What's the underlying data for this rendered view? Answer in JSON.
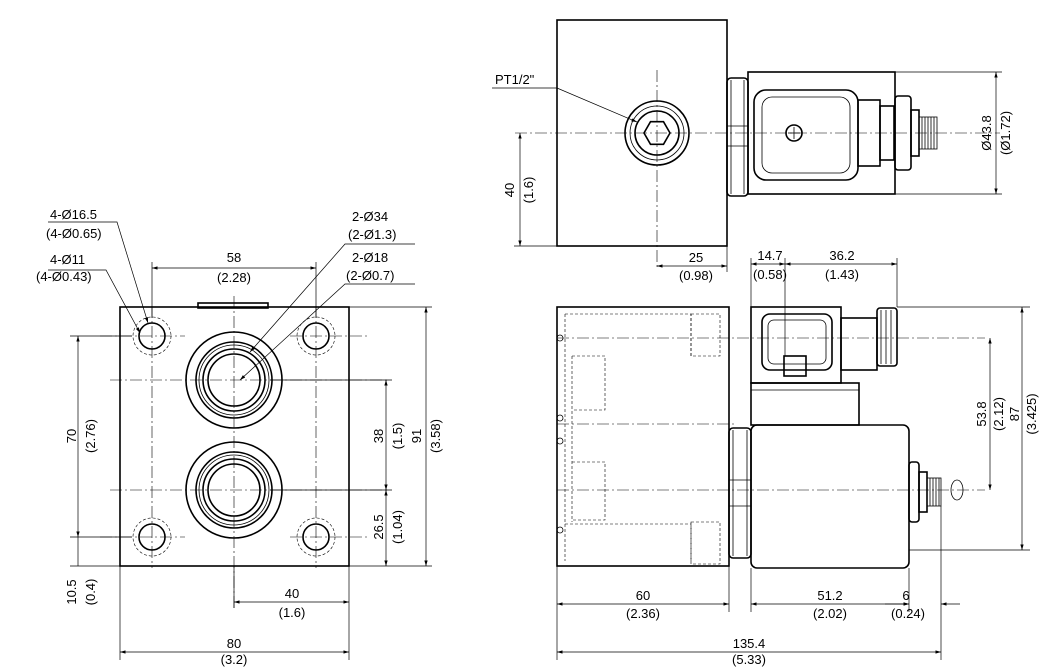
{
  "colors": {
    "line": "#000000",
    "background": "#ffffff"
  },
  "front_view": {
    "dims": {
      "d16": "4-Ø16.5",
      "d16_in": "(4-Ø0.65)",
      "d11": "4-Ø11",
      "d11_in": "(4-Ø0.43)",
      "d34": "2-Ø34",
      "d34_in": "(2-Ø1.3)",
      "d18": "2-Ø18",
      "d18_in": "(2-Ø0.7)",
      "w58": "58",
      "w58_in": "(2.28)",
      "h70": "70",
      "h70_in": "(2.76)",
      "h38": "38",
      "h38_in": "(1.5)",
      "h91": "91",
      "h91_in": "(3.58)",
      "h26": "26.5",
      "h26_in": "(1.04)",
      "h10": "10.5",
      "h10_in": "(0.4)",
      "w40": "40",
      "w40_in": "(1.6)",
      "w80": "80",
      "w80_in": "(3.2)"
    }
  },
  "top_view": {
    "port": "PT1/2\"",
    "dims": {
      "h40": "40",
      "h40_in": "(1.6)",
      "w25": "25",
      "w25_in": "(0.98)",
      "d43": "Ø43.8",
      "d43_in": "(Ø1.72)"
    }
  },
  "side_view": {
    "dims": {
      "w14": "14.7",
      "w14_in": "(0.58)",
      "w36": "36.2",
      "w36_in": "(1.43)",
      "h53": "53.8",
      "h53_in": "(2.12)",
      "h87": "87",
      "h87_in": "(3.425)",
      "w60": "60",
      "w60_in": "(2.36)",
      "w51": "51.2",
      "w51_in": "(2.02)",
      "w6": "6",
      "w6_in": "(0.24)",
      "w135": "135.4",
      "w135_in": "(5.33)"
    }
  }
}
